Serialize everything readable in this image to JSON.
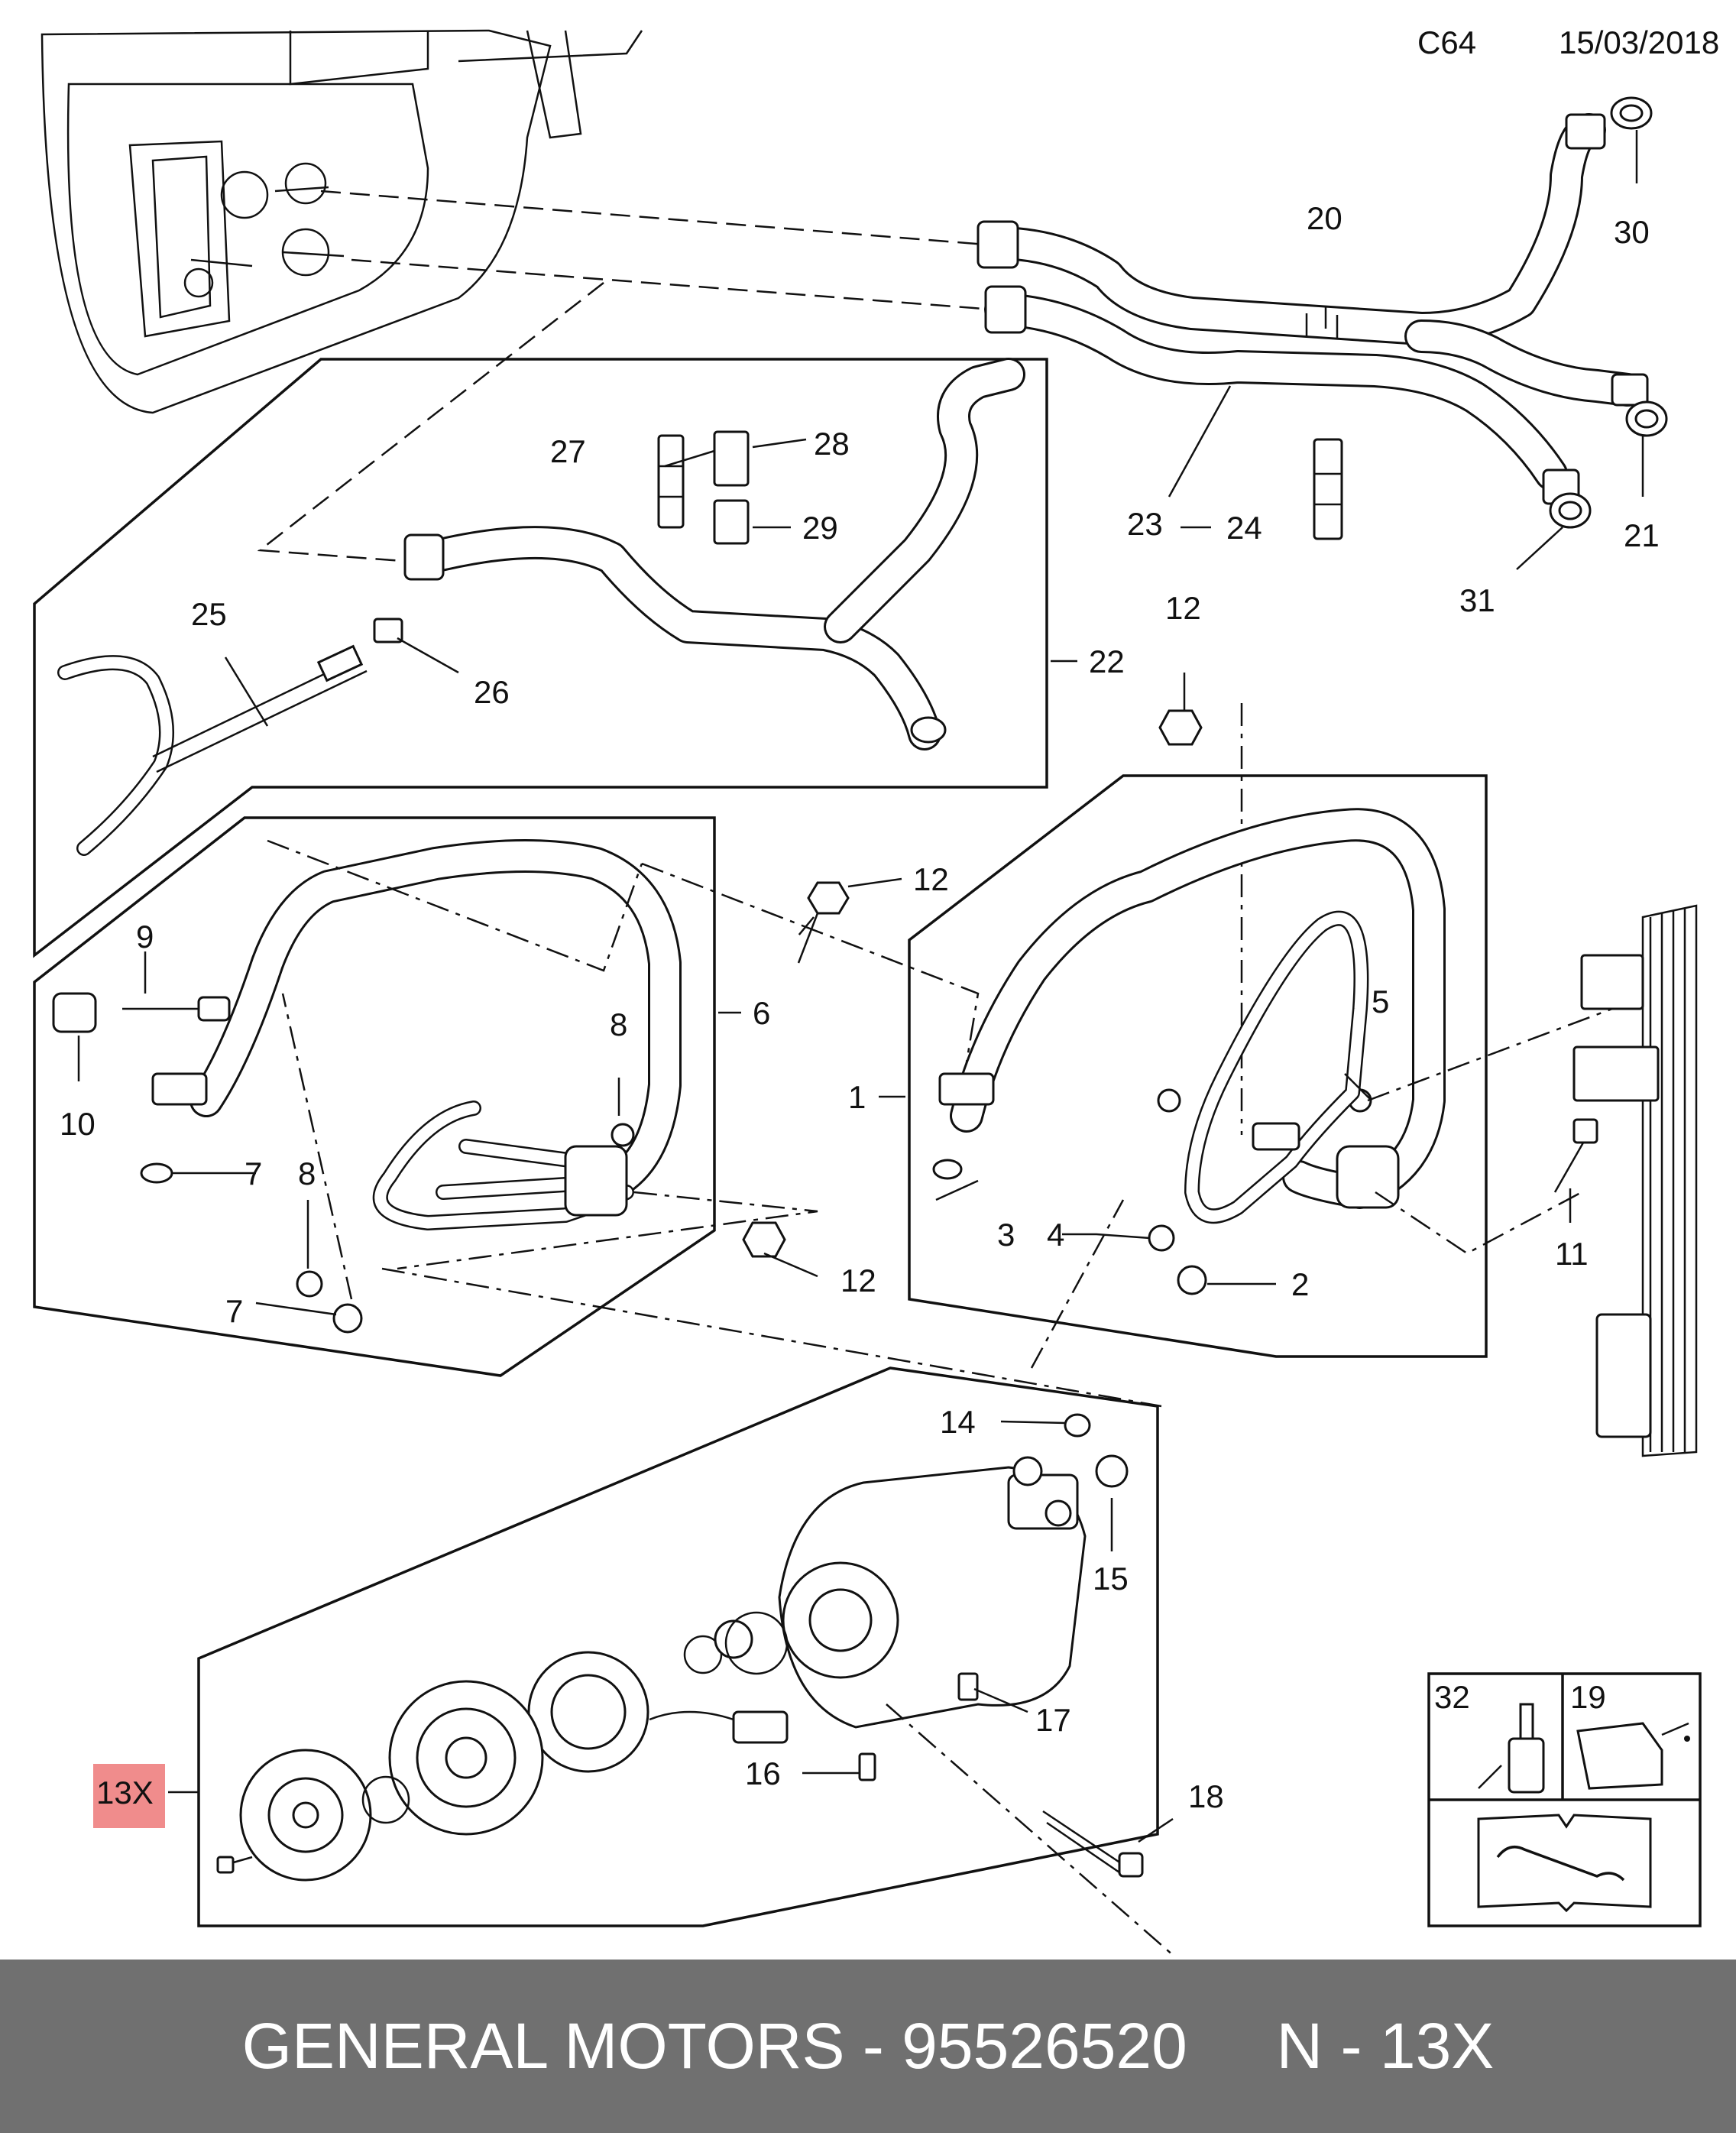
{
  "header": {
    "code": "C64",
    "date": "15/03/2018"
  },
  "callouts": {
    "c1": "1",
    "c2": "2",
    "c3": "3",
    "c4": "4",
    "c5": "5",
    "c6": "6",
    "c7a": "7",
    "c7b": "7",
    "c8a": "8",
    "c8b": "8",
    "c9": "9",
    "c10": "10",
    "c11": "11",
    "c12a": "12",
    "c12b": "12",
    "c12c": "12",
    "c14": "14",
    "c15": "15",
    "c16": "16",
    "c17": "17",
    "c18": "18",
    "c19": "19",
    "c20": "20",
    "c21": "21",
    "c22": "22",
    "c23": "23",
    "c24": "24",
    "c25": "25",
    "c26": "26",
    "c27": "27",
    "c28": "28",
    "c29": "29",
    "c30": "30",
    "c31": "31",
    "c32": "32",
    "c13x": "13X"
  },
  "highlight": {
    "part": "13X",
    "color": "#f08c8c"
  },
  "footer": {
    "text": "GENERAL MOTORS - 95526520     N - 13X",
    "background": "#707070",
    "color": "#ffffff"
  },
  "icons": [
    "oil-bottle-icon",
    "oil-can-icon",
    "manual-book-wrench-icon"
  ]
}
